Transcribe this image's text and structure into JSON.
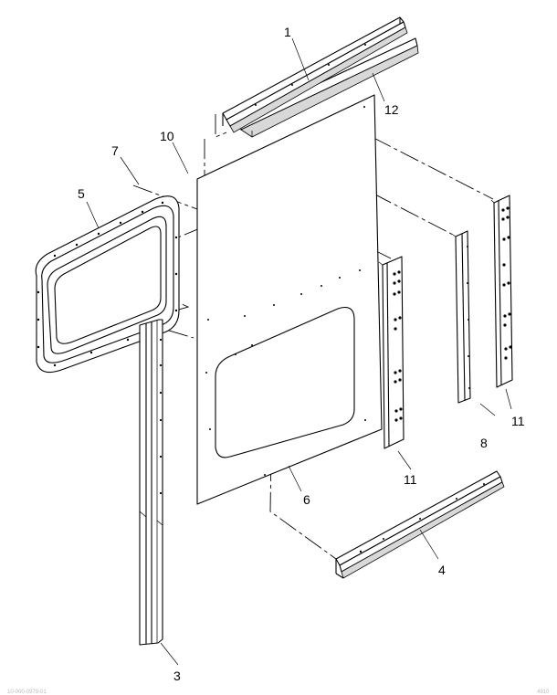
{
  "callouts": {
    "c1": "1",
    "c3": "3",
    "c4": "4",
    "c5": "5",
    "c6": "6",
    "c7": "7",
    "c8": "8",
    "c10": "10",
    "c11a": "11",
    "c11b": "11",
    "c12": "12"
  },
  "footer": {
    "left_code": "10-000-0979-01",
    "right_code": "4910"
  }
}
